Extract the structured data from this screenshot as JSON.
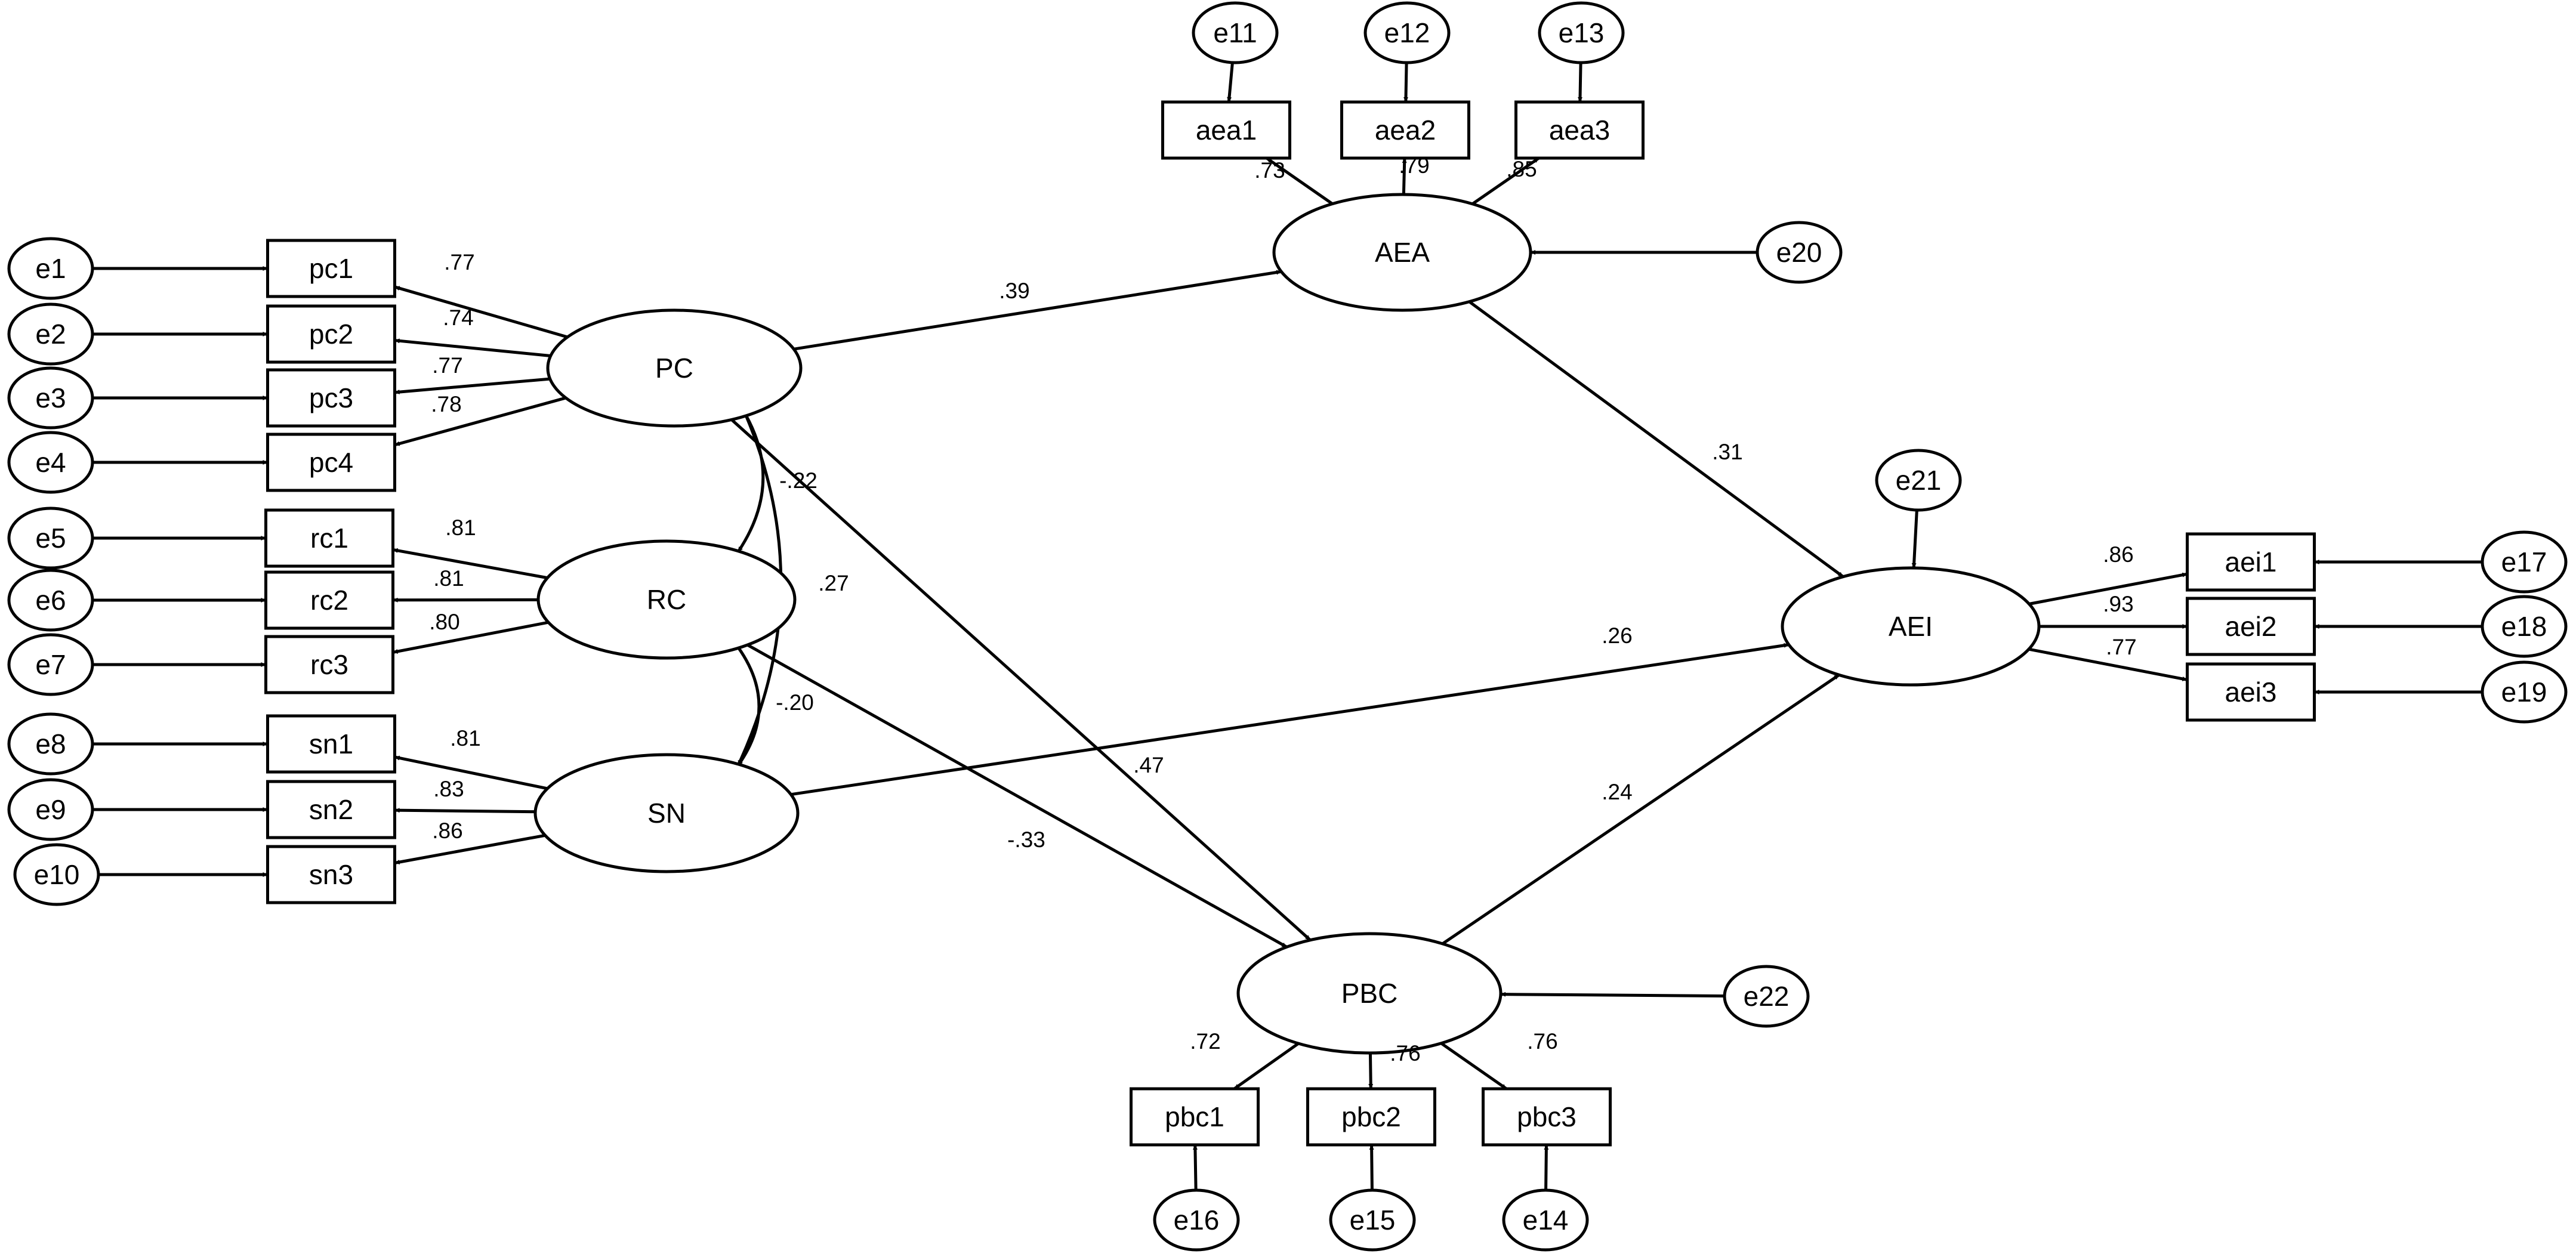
{
  "diagram": {
    "latents": [
      {
        "id": "PC",
        "label": "PC"
      },
      {
        "id": "RC",
        "label": "RC"
      },
      {
        "id": "SN",
        "label": "SN"
      },
      {
        "id": "AEA",
        "label": "AEA"
      },
      {
        "id": "PBC",
        "label": "PBC"
      },
      {
        "id": "AEI",
        "label": "AEI"
      }
    ],
    "observed": [
      {
        "id": "pc1",
        "label": "pc1"
      },
      {
        "id": "pc2",
        "label": "pc2"
      },
      {
        "id": "pc3",
        "label": "pc3"
      },
      {
        "id": "pc4",
        "label": "pc4"
      },
      {
        "id": "rc1",
        "label": "rc1"
      },
      {
        "id": "rc2",
        "label": "rc2"
      },
      {
        "id": "rc3",
        "label": "rc3"
      },
      {
        "id": "sn1",
        "label": "sn1"
      },
      {
        "id": "sn2",
        "label": "sn2"
      },
      {
        "id": "sn3",
        "label": "sn3"
      },
      {
        "id": "aea1",
        "label": "aea1"
      },
      {
        "id": "aea2",
        "label": "aea2"
      },
      {
        "id": "aea3",
        "label": "aea3"
      },
      {
        "id": "pbc1",
        "label": "pbc1"
      },
      {
        "id": "pbc2",
        "label": "pbc2"
      },
      {
        "id": "pbc3",
        "label": "pbc3"
      },
      {
        "id": "aei1",
        "label": "aei1"
      },
      {
        "id": "aei2",
        "label": "aei2"
      },
      {
        "id": "aei3",
        "label": "aei3"
      }
    ],
    "errors": [
      {
        "id": "e1",
        "label": "e1"
      },
      {
        "id": "e2",
        "label": "e2"
      },
      {
        "id": "e3",
        "label": "e3"
      },
      {
        "id": "e4",
        "label": "e4"
      },
      {
        "id": "e5",
        "label": "e5"
      },
      {
        "id": "e6",
        "label": "e6"
      },
      {
        "id": "e7",
        "label": "e7"
      },
      {
        "id": "e8",
        "label": "e8"
      },
      {
        "id": "e9",
        "label": "e9"
      },
      {
        "id": "e10",
        "label": "e10"
      },
      {
        "id": "e11",
        "label": "e11"
      },
      {
        "id": "e12",
        "label": "e12"
      },
      {
        "id": "e13",
        "label": "e13"
      },
      {
        "id": "e14",
        "label": "e14"
      },
      {
        "id": "e15",
        "label": "e15"
      },
      {
        "id": "e16",
        "label": "e16"
      },
      {
        "id": "e17",
        "label": "e17"
      },
      {
        "id": "e18",
        "label": "e18"
      },
      {
        "id": "e19",
        "label": "e19"
      },
      {
        "id": "e20",
        "label": "e20"
      },
      {
        "id": "e21",
        "label": "e21"
      },
      {
        "id": "e22",
        "label": "e22"
      }
    ],
    "loadings": [
      {
        "from": "PC",
        "to": "pc1",
        "value": ".77"
      },
      {
        "from": "PC",
        "to": "pc2",
        "value": ".74"
      },
      {
        "from": "PC",
        "to": "pc3",
        "value": ".77"
      },
      {
        "from": "PC",
        "to": "pc4",
        "value": ".78"
      },
      {
        "from": "RC",
        "to": "rc1",
        "value": ".81"
      },
      {
        "from": "RC",
        "to": "rc2",
        "value": ".81"
      },
      {
        "from": "RC",
        "to": "rc3",
        "value": ".80"
      },
      {
        "from": "SN",
        "to": "sn1",
        "value": ".81"
      },
      {
        "from": "SN",
        "to": "sn2",
        "value": ".83"
      },
      {
        "from": "SN",
        "to": "sn3",
        "value": ".86"
      },
      {
        "from": "AEA",
        "to": "aea1",
        "value": ".73"
      },
      {
        "from": "AEA",
        "to": "aea2",
        "value": ".79"
      },
      {
        "from": "AEA",
        "to": "aea3",
        "value": ".85"
      },
      {
        "from": "PBC",
        "to": "pbc1",
        "value": ".72"
      },
      {
        "from": "PBC",
        "to": "pbc2",
        "value": ".76"
      },
      {
        "from": "PBC",
        "to": "pbc3",
        "value": ".76"
      },
      {
        "from": "AEI",
        "to": "aei1",
        "value": ".86"
      },
      {
        "from": "AEI",
        "to": "aei2",
        "value": ".93"
      },
      {
        "from": "AEI",
        "to": "aei3",
        "value": ".77"
      }
    ],
    "paths": [
      {
        "from": "PC",
        "to": "AEA",
        "value": ".39"
      },
      {
        "from": "PC",
        "to": "PBC",
        "value": ".47"
      },
      {
        "from": "RC",
        "to": "PBC",
        "value": "-.33"
      },
      {
        "from": "SN",
        "to": "AEI",
        "value": ".26"
      },
      {
        "from": "AEA",
        "to": "AEI",
        "value": ".31"
      },
      {
        "from": "PBC",
        "to": "AEI",
        "value": ".24"
      }
    ],
    "covariances": [
      {
        "a": "PC",
        "b": "RC",
        "value": "-.22"
      },
      {
        "a": "PC",
        "b": "SN",
        "value": ".27"
      },
      {
        "a": "RC",
        "b": "SN",
        "value": "-.20"
      }
    ],
    "error_links": [
      {
        "from": "e1",
        "to": "pc1"
      },
      {
        "from": "e2",
        "to": "pc2"
      },
      {
        "from": "e3",
        "to": "pc3"
      },
      {
        "from": "e4",
        "to": "pc4"
      },
      {
        "from": "e5",
        "to": "rc1"
      },
      {
        "from": "e6",
        "to": "rc2"
      },
      {
        "from": "e7",
        "to": "rc3"
      },
      {
        "from": "e8",
        "to": "sn1"
      },
      {
        "from": "e9",
        "to": "sn2"
      },
      {
        "from": "e10",
        "to": "sn3"
      },
      {
        "from": "e11",
        "to": "aea1"
      },
      {
        "from": "e12",
        "to": "aea2"
      },
      {
        "from": "e13",
        "to": "aea3"
      },
      {
        "from": "e14",
        "to": "pbc3"
      },
      {
        "from": "e15",
        "to": "pbc2"
      },
      {
        "from": "e16",
        "to": "pbc1"
      },
      {
        "from": "e17",
        "to": "aei1"
      },
      {
        "from": "e18",
        "to": "aei2"
      },
      {
        "from": "e19",
        "to": "aei3"
      },
      {
        "from": "e20",
        "to": "AEA"
      },
      {
        "from": "e21",
        "to": "AEI"
      },
      {
        "from": "e22",
        "to": "PBC"
      }
    ]
  }
}
